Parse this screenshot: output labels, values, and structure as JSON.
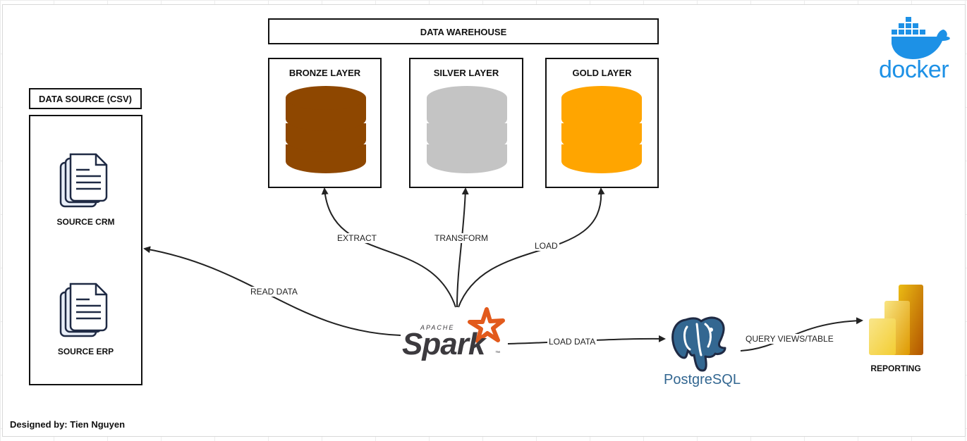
{
  "warehouse": {
    "title": "DATA WAREHOUSE"
  },
  "layers": [
    {
      "label": "BRONZE LAYER",
      "color": "#8E4700"
    },
    {
      "label": "SILVER LAYER",
      "color": "#C4C4C4"
    },
    {
      "label": "GOLD LAYER",
      "color": "#FFA500"
    }
  ],
  "source": {
    "title": "DATA SOURCE (CSV)",
    "items": [
      {
        "label": "SOURCE CRM",
        "icon": "document-stack-icon"
      },
      {
        "label": "SOURCE ERP",
        "icon": "document-stack-icon"
      }
    ]
  },
  "edges": {
    "read": "READ DATA",
    "extract": "EXTRACT",
    "transform": "TRANSFORM",
    "load": "LOAD",
    "load_data": "LOAD DATA",
    "query": "QUERY VIEWS/TABLE"
  },
  "spark": {
    "small": "APACHE",
    "big": "Spark",
    "tm": "™",
    "accent": "#E25A1C",
    "dark": "#3C3A3E"
  },
  "postgres": {
    "label": "PostgreSQL",
    "color": "#336791"
  },
  "reporting": {
    "label": "REPORTING"
  },
  "docker": {
    "label": "docker",
    "color": "#1D91E6"
  },
  "footer": {
    "credit": "Designed by: Tien Nguyen"
  }
}
